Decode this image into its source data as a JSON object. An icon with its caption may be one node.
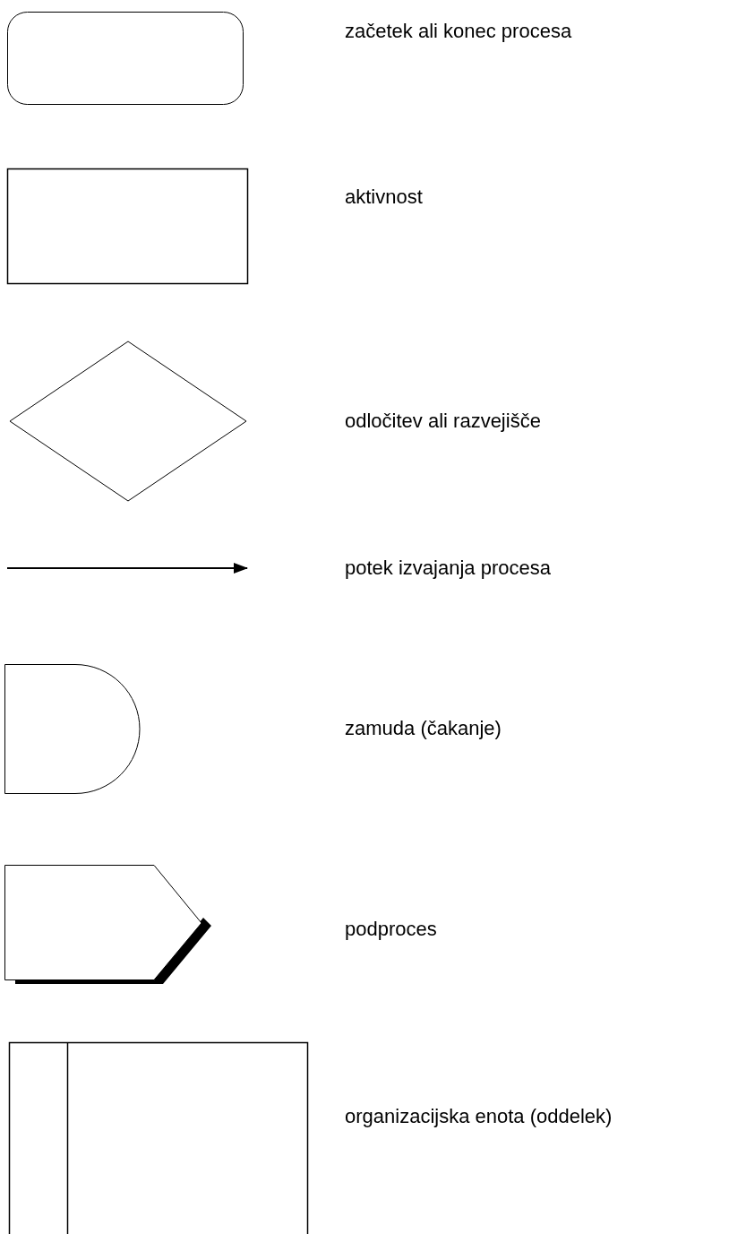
{
  "diagram": {
    "legend": [
      {
        "text": "začetek ali konec procesa"
      },
      {
        "text": "aktivnost"
      },
      {
        "text": "odločitev ali razvejišče"
      },
      {
        "text": "potek izvajanja procesa"
      },
      {
        "text": "zamuda (čakanje)"
      },
      {
        "text": "podproces"
      },
      {
        "text": "organizacijska enota (oddelek)"
      }
    ]
  }
}
